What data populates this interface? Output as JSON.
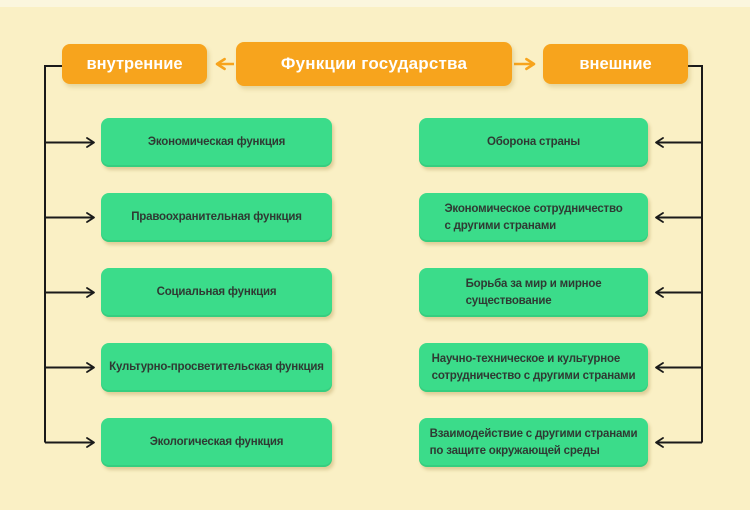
{
  "palette": {
    "background": "#FAF0C5",
    "top_band": "#FBF6DE",
    "orange": "#F7A41D",
    "orange_text": "#FFFFFF",
    "green": "#3BDC8A",
    "green_text": "#2F3A33",
    "connector_black": "#1A1A1A"
  },
  "header": {
    "left": "внутренние",
    "center": "Функции государства",
    "right": "внешние"
  },
  "internal": {
    "items": [
      "Экономическая функция",
      "Правоохранительная функция",
      "Социальная функция",
      "Культурно-просветительская функция",
      "Экологическая функция"
    ]
  },
  "external": {
    "items": [
      "Оборона страны",
      "Экономическое сотрудничество\nс другими странами",
      "Борьба за мир и мирное\nсуществование",
      "Научно-техническое и культурное\nсотрудничество с другими странами",
      "Взаимодействие с другими странами\nпо защите окружающей среды"
    ]
  }
}
